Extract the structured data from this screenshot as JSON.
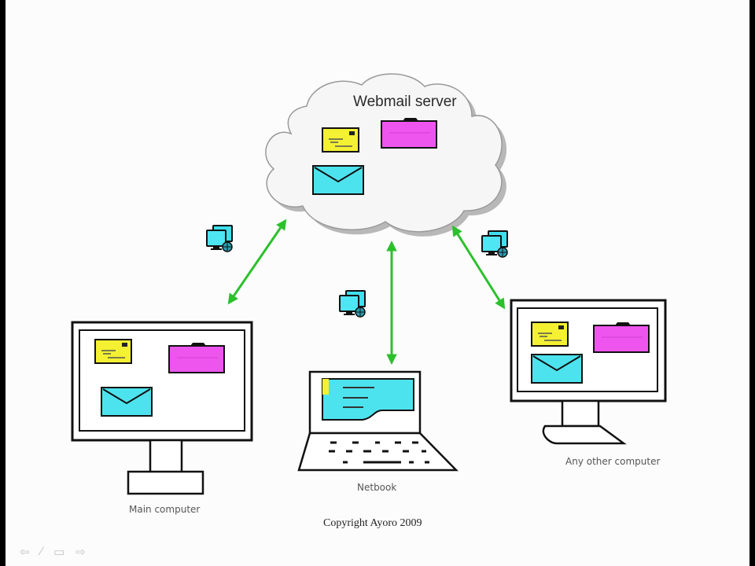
{
  "diagram": {
    "server_label": "Webmail server",
    "nodes": [
      {
        "id": "main",
        "label": "Main computer"
      },
      {
        "id": "netbook",
        "label": "Netbook"
      },
      {
        "id": "other",
        "label": "Any other computer"
      }
    ],
    "copyright": "Copyright Ayoro 2009",
    "colors": {
      "letter": "#f4f032",
      "envelope": "#4de3ee",
      "folder": "#ee55ee",
      "arrow": "#2cc02c",
      "outline": "#111111"
    }
  },
  "player_controls": [
    {
      "name": "previous",
      "glyph": "⇦"
    },
    {
      "name": "pen",
      "glyph": "∕"
    },
    {
      "name": "menu",
      "glyph": "▭"
    },
    {
      "name": "next",
      "glyph": "⇨"
    }
  ]
}
